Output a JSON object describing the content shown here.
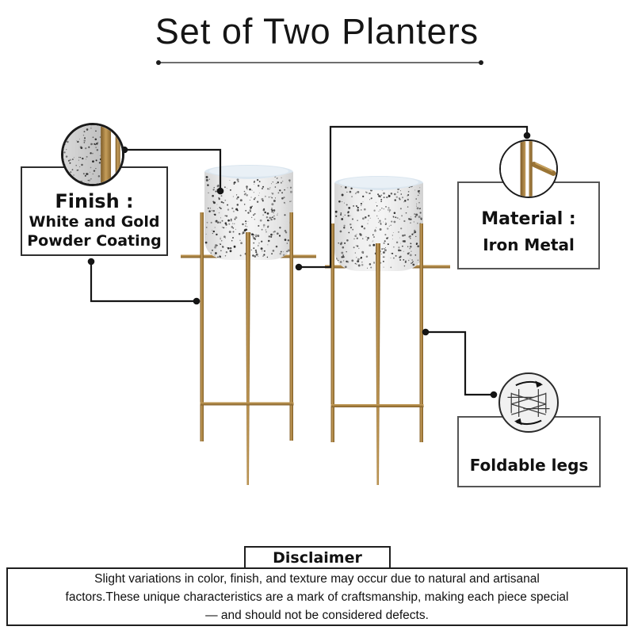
{
  "title": {
    "text": "Set of Two Planters"
  },
  "product": {
    "name": "Set of two metal planters with gold stands",
    "items": [
      "planter-left",
      "planter-right"
    ]
  },
  "callouts": {
    "finish": {
      "heading": "Finish :",
      "lines": [
        "White and Gold",
        "Powder Coating"
      ]
    },
    "material": {
      "heading": "Material :",
      "lines": [
        "Iron Metal"
      ]
    },
    "foldable": {
      "label": "Foldable legs"
    }
  },
  "disclaimer": {
    "heading": "Disclaimer",
    "lines": [
      "Slight variations in color, finish, and texture may occur due to natural and artisanal",
      "factors.These unique characteristics are a mark of craftsmanship, making each piece special",
      "— and should not be considered defects."
    ]
  },
  "icons": {
    "finish_detail": "speckled-finish-zoom-circle",
    "material_detail": "gold-pole-zoom-circle",
    "foldable_legs": "folding-frame-rotation-icon"
  },
  "colors": {
    "gold": "#a17c3e",
    "gold_light": "#c59d5a",
    "gold_dark": "#7e5c28",
    "pot_body": "#ececec",
    "pot_rim_interior": "#dbe6ef",
    "connector": "#151515",
    "background": "#ffffff"
  }
}
